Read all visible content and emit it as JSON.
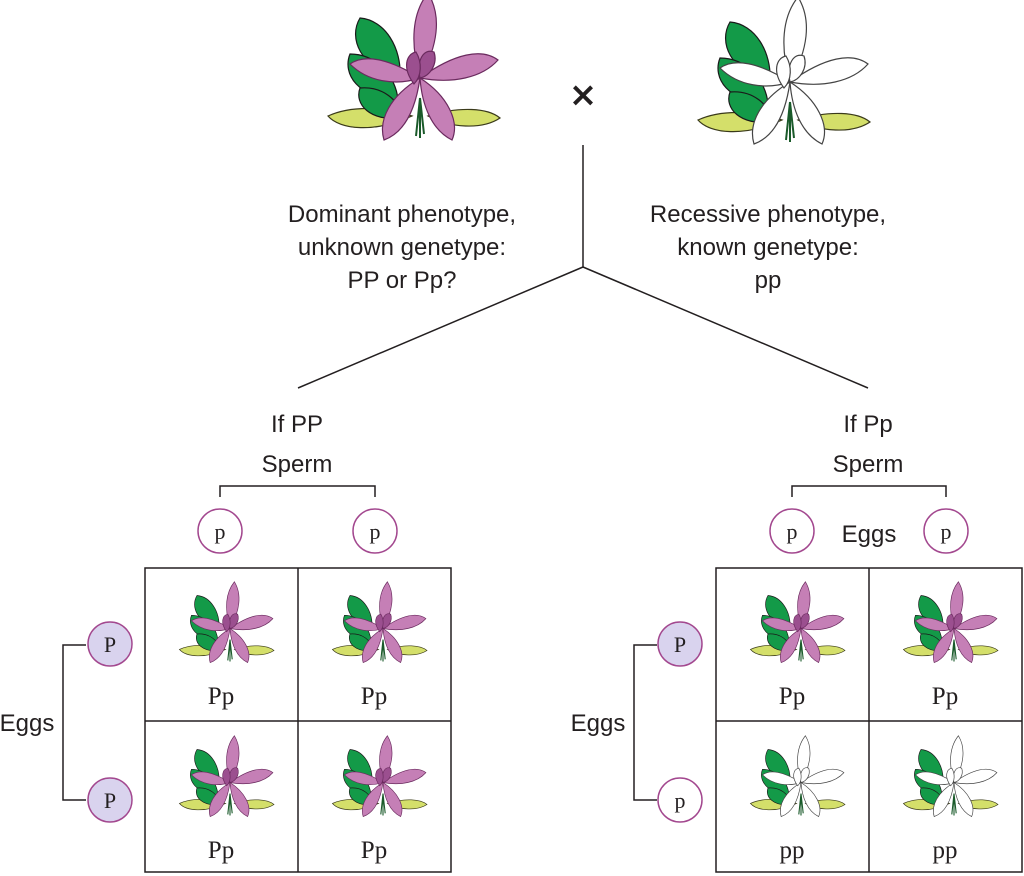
{
  "cross_symbol": "×",
  "parents": {
    "dominant": {
      "line1": "Dominant phenotype,",
      "line2": "unknown genetype:",
      "line3": "PP or Pp?"
    },
    "recessive": {
      "line1": "Recessive phenotype,",
      "line2": "known genetype:",
      "line3": "pp"
    }
  },
  "left_cross": {
    "condition": "If PP",
    "sperm_label": "Sperm",
    "sperm_alleles": [
      "p",
      "p"
    ],
    "eggs_label": "Eggs",
    "egg_alleles": [
      "P",
      "P"
    ],
    "offspring": [
      "Pp",
      "Pp",
      "Pp",
      "Pp"
    ]
  },
  "right_cross": {
    "condition": "If Pp",
    "sperm_label": "Sperm",
    "sperm_alleles": [
      "p",
      "p"
    ],
    "top_eggs_label": "Eggs",
    "eggs_label": "Eggs",
    "egg_alleles": [
      "P",
      "p"
    ],
    "offspring": [
      "Pp",
      "Pp",
      "pp",
      "pp"
    ]
  },
  "colors": {
    "purple_flower": "#c57fb6",
    "purple_dark": "#9b4f8f",
    "white_flower": "#ffffff",
    "leaf_green": "#139a48",
    "leaf_yellow": "#d4df6a",
    "dominant_allele_fill": "#d9d3ee",
    "circle_stroke": "#a3488f",
    "line": "#231f20"
  }
}
